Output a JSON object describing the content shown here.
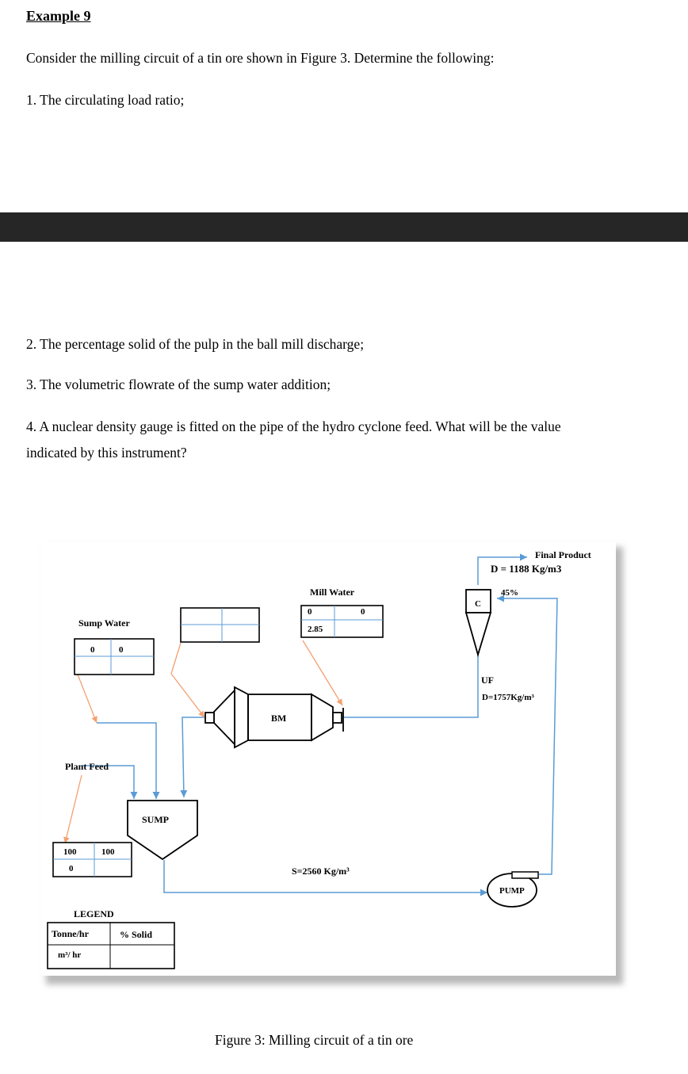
{
  "document": {
    "heading": "Example 9",
    "intro": "Consider the milling circuit of a tin ore shown in Figure 3. Determine the following:",
    "questions": [
      "1. The circulating load ratio;",
      "2. The percentage solid of the pulp in the ball mill discharge;",
      "3. The volumetric flowrate of the sump water addition;",
      "4. A nuclear density gauge is fitted on the pipe of the hydro cyclone feed. What will be the value",
      "indicated by this instrument?"
    ],
    "caption": "Figure 3: Milling circuit of a tin ore"
  },
  "figure": {
    "final_product": "Final Product",
    "final_density": "D = 1188 Kg/m3",
    "overflow_percent": "45%",
    "cyclone": "C",
    "mill_water": "Mill Water",
    "mill_water_box": {
      "tonne": "0",
      "solid": "0",
      "m3": "2.85"
    },
    "sump_water": "Sump Water",
    "sump_water_box": {
      "tonne": "0",
      "solid": "0"
    },
    "ball_mill": "BM",
    "underflow": "UF",
    "underflow_density": "D=1757Kg/m³",
    "plant_feed": "Plant Feed",
    "plant_feed_box": {
      "tonne": "100",
      "solid": "100",
      "m3": "0"
    },
    "sump": "SUMP",
    "ore_density": "S=2560 Kg/m³",
    "pump": "PUMP",
    "legend_title": "LEGEND",
    "legend": {
      "tonne": "Tonne/hr",
      "solid": "% Solid",
      "m3": "m³/ hr"
    },
    "colors": {
      "pipe": "#5b9bd5",
      "feed_line": "#f4a070",
      "shadow": "#b9b9b9"
    }
  }
}
